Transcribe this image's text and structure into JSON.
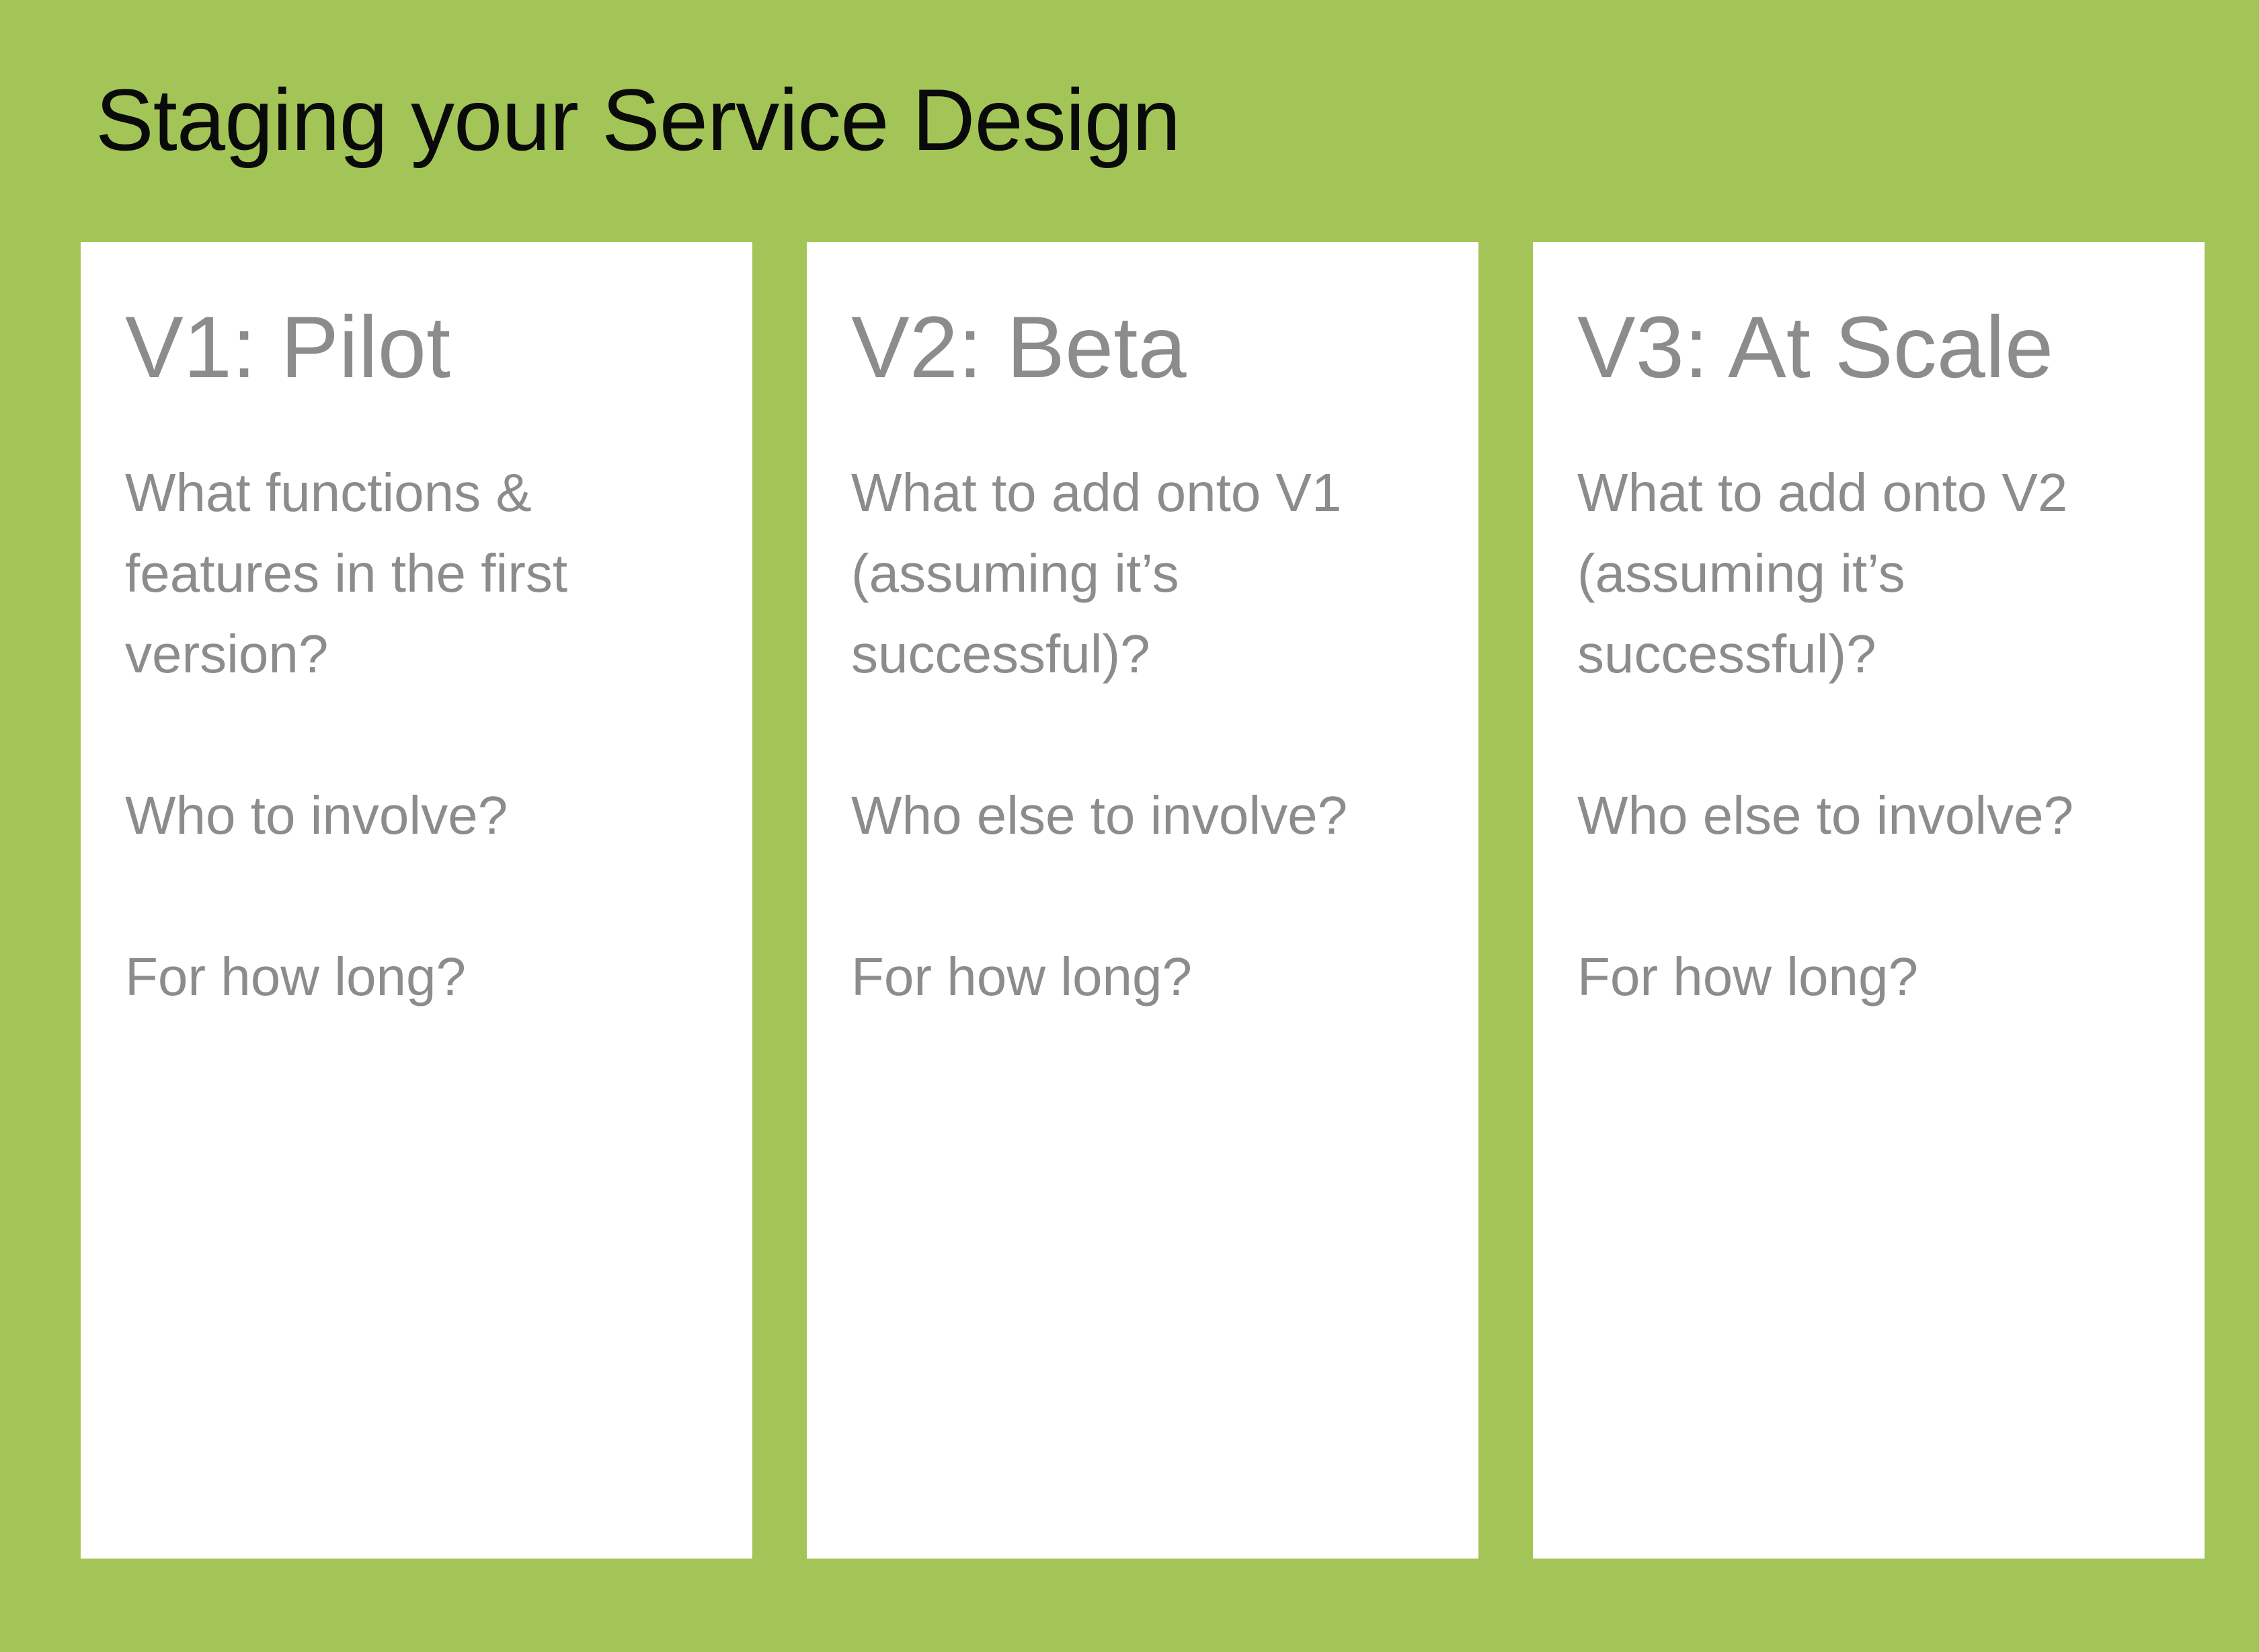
{
  "page": {
    "title": "Staging your Service Design"
  },
  "stages": [
    {
      "title": "V1: Pilot",
      "what": "What functions &\nfeatures in the first\nversion?",
      "who": "Who to involve?",
      "how_long": "For how long?"
    },
    {
      "title": "V2: Beta",
      "what": "What to add onto V1\n(assuming it’s\nsuccessful)?",
      "who": "Who else to involve?",
      "how_long": "For how long?"
    },
    {
      "title": "V3: At Scale",
      "what": "What to add onto V2\n(assuming it’s\nsuccessful)?",
      "who": "Who else to involve?",
      "how_long": "For how long?"
    }
  ],
  "colors": {
    "background": "#a3c557",
    "card": "#ffffff",
    "title_text": "#0a0a0a",
    "card_text": "#8c8c8c"
  }
}
